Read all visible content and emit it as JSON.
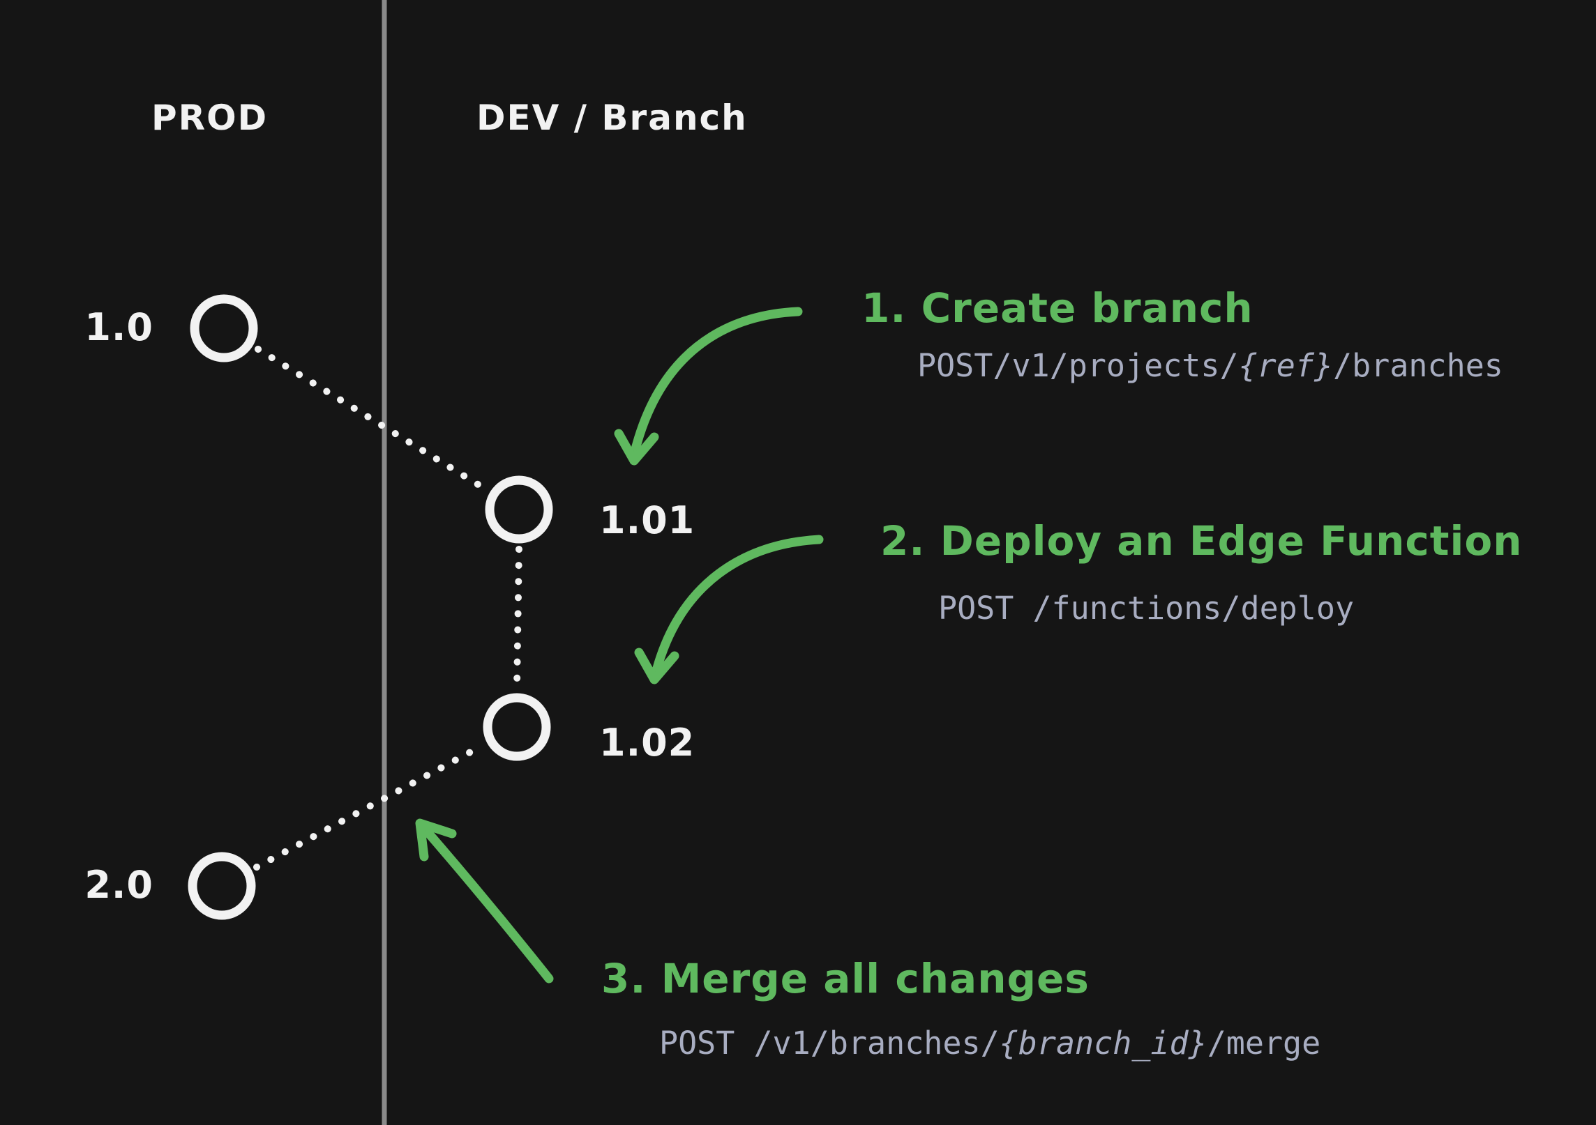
{
  "colors": {
    "background": "#151515",
    "node_stroke": "#f2f2f2",
    "divider": "#8a8a8a",
    "accent_green": "#5fb95f",
    "code_text": "#a8adc1",
    "label_text": "#f2f2f2"
  },
  "columns": {
    "prod": "PROD",
    "dev": "DEV / Branch"
  },
  "nodes": [
    {
      "label": "1.0"
    },
    {
      "label": "1.01"
    },
    {
      "label": "1.02"
    },
    {
      "label": "2.0"
    }
  ],
  "annotations": [
    {
      "heading": "1. Create branch",
      "code_pre": "POST/v1/projects/",
      "code_em": "{ref}",
      "code_post": "/branches"
    },
    {
      "heading": "2. Deploy an Edge Function",
      "code_pre": "POST /functions/deploy",
      "code_em": "",
      "code_post": ""
    },
    {
      "heading": "3. Merge all changes",
      "code_pre": "POST /v1/branches/",
      "code_em": "{branch_id}",
      "code_post": "/merge"
    }
  ]
}
